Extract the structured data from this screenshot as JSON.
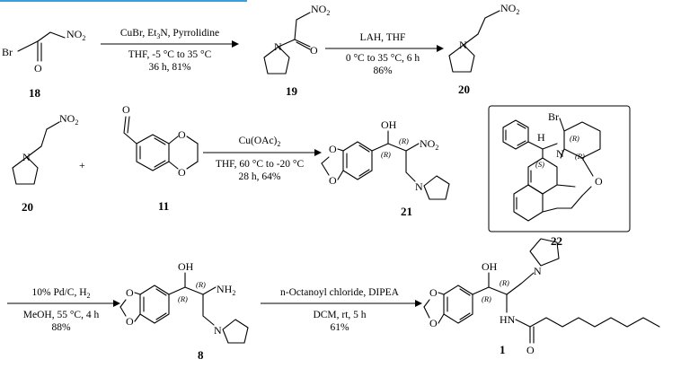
{
  "header": {
    "accent_color": "#3aa0dc"
  },
  "compounds": {
    "c18": "18",
    "c19": "19",
    "c20": "20",
    "c20b": "20",
    "c11": "11",
    "c21": "21",
    "c22": "22",
    "c8": "8",
    "c1": "1"
  },
  "atoms": {
    "nitro": "NO",
    "nitro_sub": "2",
    "br": "Br",
    "o": "O",
    "n": "N",
    "oh": "OH",
    "nh2": "NH",
    "nh2_sub": "2",
    "hn": "HN",
    "h": "H"
  },
  "stereo": {
    "r": "(R)",
    "s": "(S)"
  },
  "steps": [
    {
      "line1": "CuBr, Et",
      "line1_sub": "3",
      "line1_end": "N, Pyrrolidine",
      "line2": "THF, -5 °C to 35 °C",
      "line3": "36 h, 81%"
    },
    {
      "line1": "LAH, THF",
      "line2": "0 °C to 35 °C, 6 h",
      "line3": "86%"
    },
    {
      "line1": "Cu(OAc)",
      "line1_sub": "2",
      "line2": "THF, 60 °C to -20 °C",
      "line3": "28 h, 64%"
    },
    {
      "line1": "10% Pd/C, H",
      "line1_sub": "2",
      "line2": "MeOH, 55 °C, 4 h",
      "line3": "88%"
    },
    {
      "line1": "n-Octanoyl chloride, DIPEA",
      "line2": "DCM, rt, 5 h",
      "line3": "61%"
    }
  ],
  "plus": "+"
}
